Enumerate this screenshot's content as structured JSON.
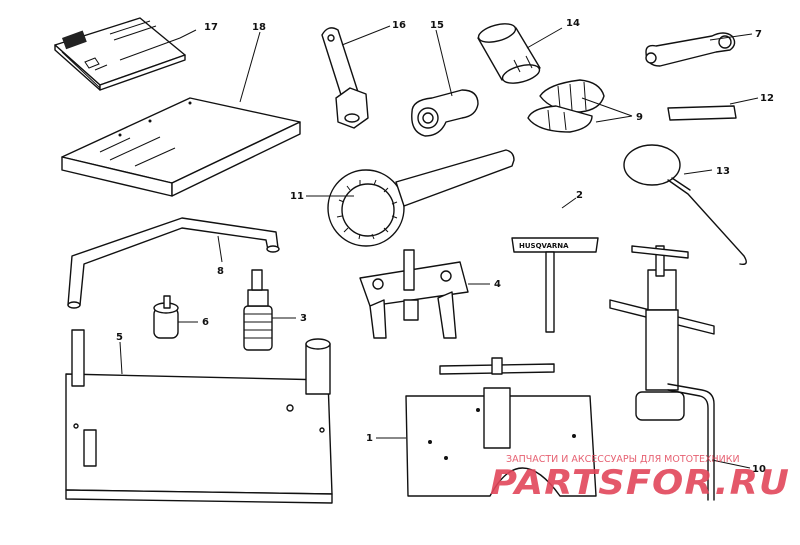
{
  "callouts": [
    {
      "id": "1",
      "label": "1"
    },
    {
      "id": "2",
      "label": "2"
    },
    {
      "id": "3",
      "label": "3"
    },
    {
      "id": "4",
      "label": "4"
    },
    {
      "id": "5",
      "label": "5"
    },
    {
      "id": "6",
      "label": "6"
    },
    {
      "id": "7",
      "label": "7"
    },
    {
      "id": "8",
      "label": "8"
    },
    {
      "id": "9",
      "label": "9"
    },
    {
      "id": "10",
      "label": "10"
    },
    {
      "id": "11",
      "label": "11"
    },
    {
      "id": "12",
      "label": "12"
    },
    {
      "id": "13",
      "label": "13"
    },
    {
      "id": "14",
      "label": "14"
    },
    {
      "id": "15",
      "label": "15"
    },
    {
      "id": "16",
      "label": "16"
    },
    {
      "id": "17",
      "label": "17"
    },
    {
      "id": "18",
      "label": "18"
    }
  ],
  "tool_stamp": "HUSQVARNA",
  "watermark": {
    "tagline": "ЗАПЧАСТИ И АКСЕССУАРЫ ДЛЯ МОТОТЕХНИКИ",
    "logo": "PARTSFOR.RU"
  }
}
